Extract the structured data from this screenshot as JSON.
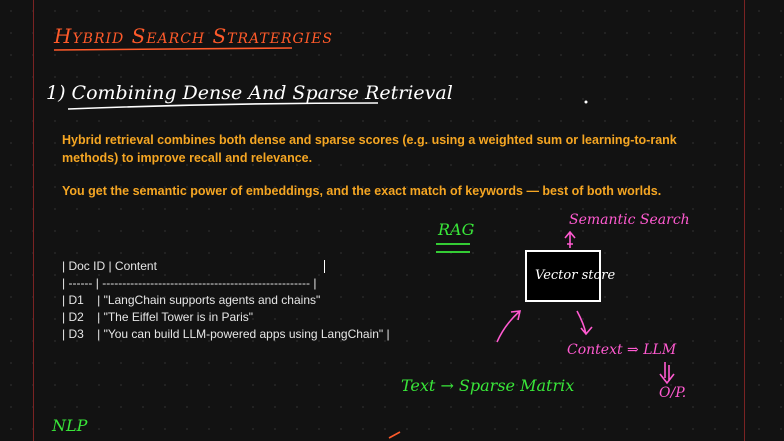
{
  "title": "Hybrid Search Stratergies",
  "heading": "1) Combining Dense And Sparse Retrieval",
  "paragraphs": [
    "Hybrid retrieval combines both dense and sparse scores (e.g. using a weighted sum or learning-to-rank methods) to improve recall and relevance.",
    "You get the semantic power of embeddings, and the exact match of keywords — best of both worlds."
  ],
  "table_rows": [
    "| Doc ID | Content",
    "| ------ | ---------------------------------------------------- |",
    "| D1    | \"LangChain supports agents and chains\"",
    "| D2    | \"The Eiffel Tower is in Paris\"",
    "| D3    | \"You can build LLM-powered apps using LangChain\" |"
  ],
  "annotations": {
    "rag": "RAG",
    "semantic": "Semantic Search",
    "vector_store": "Vector store",
    "context_llm": "Context ⇒ LLM",
    "output": "O/P.",
    "sparse": "Text → Sparse Matrix",
    "nlp": "NLP"
  },
  "colors": {
    "background": "#121212",
    "title": "#ff5a2a",
    "heading": "#ffffff",
    "paragraph": "#f5a623",
    "green": "#39e639",
    "pink": "#ff5ad0"
  }
}
